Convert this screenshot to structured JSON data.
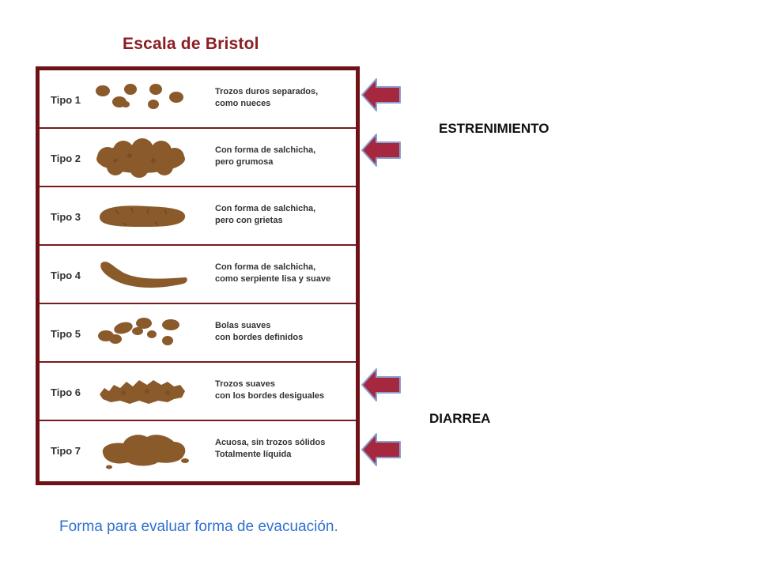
{
  "title": "Escala de Bristol",
  "rows": [
    {
      "label": "Tipo 1",
      "desc_1": "Trozos duros separados,",
      "desc_2": "como nueces"
    },
    {
      "label": "Tipo 2",
      "desc_1": "Con forma de salchicha,",
      "desc_2": "pero grumosa"
    },
    {
      "label": "Tipo 3",
      "desc_1": "Con forma de salchicha,",
      "desc_2": "pero con grietas"
    },
    {
      "label": "Tipo 4",
      "desc_1": "Con forma de salchicha,",
      "desc_2": "como serpiente lisa y suave"
    },
    {
      "label": "Tipo 5",
      "desc_1": "Bolas suaves",
      "desc_2": "con bordes definidos"
    },
    {
      "label": "Tipo 6",
      "desc_1": "Trozos suaves",
      "desc_2": "con los bordes desiguales"
    },
    {
      "label": "Tipo 7",
      "desc_1": "Acuosa, sin trozos sólidos",
      "desc_2": "Totalmente líquida"
    }
  ],
  "labels": {
    "constipation": "ESTRENIMIENTO",
    "diarrhea": "DIARREA"
  },
  "caption": "Forma para evaluar forma de evacuación.",
  "colors": {
    "title": "#8b1f24",
    "frame": "#6e1216",
    "stool": "#8a5a2b",
    "arrow_fill": "#a6283f",
    "arrow_outline": "#8aa0d0",
    "caption": "#2f6fd0"
  }
}
